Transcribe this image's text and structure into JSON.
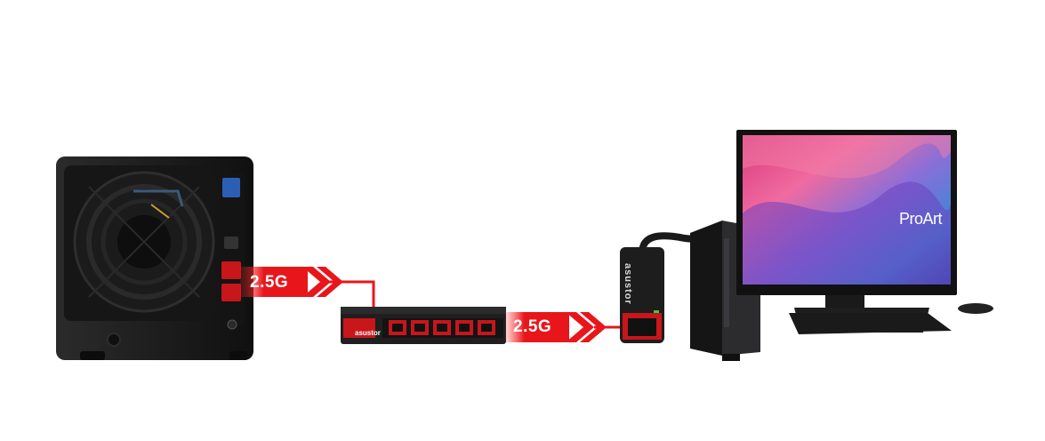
{
  "links": [
    {
      "speed_label": "2.5G"
    },
    {
      "speed_label": "2.5G"
    }
  ],
  "devices": {
    "nas": {
      "name": ""
    },
    "switch": {
      "brand": "asustor"
    },
    "adapter": {
      "brand": "asustor"
    },
    "monitor": {
      "brand": "ProArt"
    }
  },
  "colors": {
    "link_red": "#e8161b",
    "device_black": "#1c1c1c",
    "switch_red_trim": "#c8161b"
  }
}
